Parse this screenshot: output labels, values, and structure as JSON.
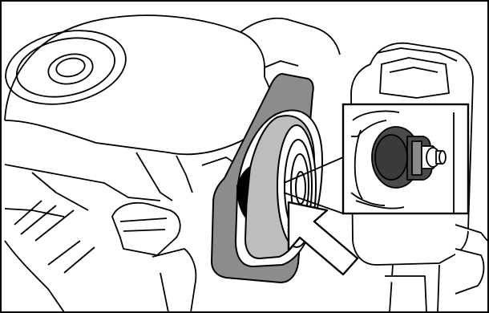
{
  "figure": {
    "kind": "technical-line-illustration",
    "subject": "device-with-round-filter-cover-and-inset-detail",
    "colors": {
      "ink": "#000000",
      "paper": "#ffffff",
      "cover_frame": "#8c8c8c",
      "cover_ring": "#bdbdbd",
      "knob": "#4a4a4a",
      "knob_highlight": "#8a8a8a"
    },
    "callouts": [
      {
        "icon": "arrow-icon",
        "points_to": "round-cover"
      },
      {
        "icon": "magnified-inset",
        "shows": "knob-detail"
      }
    ]
  }
}
